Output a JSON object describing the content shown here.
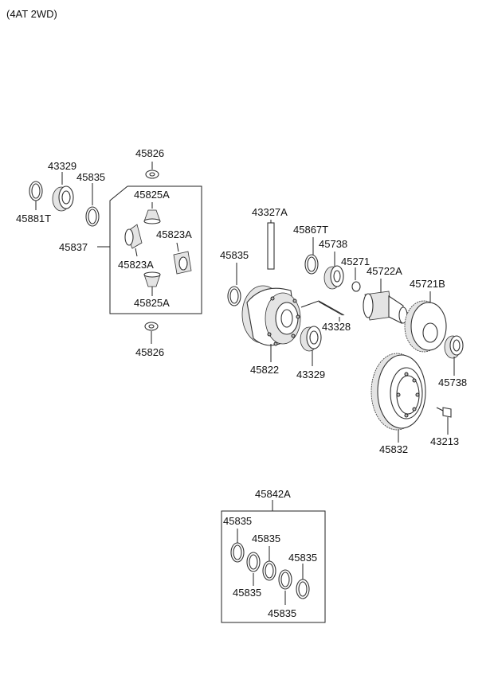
{
  "header": {
    "variant": "(4AT 2WD)"
  },
  "labels": {
    "p45826_top": "45826",
    "p43329_left": "43329",
    "p45835_left": "45835",
    "p45825a_top": "45825A",
    "p45881t": "45881T",
    "p45837": "45837",
    "p45823a_right": "45823A",
    "p45823a_left": "45823A",
    "p45825a_bot": "45825A",
    "p45826_bot": "45826",
    "p43327a": "43327A",
    "p45867t": "45867T",
    "p45738_top": "45738",
    "p45835_mid": "45835",
    "p45271": "45271",
    "p45722a": "45722A",
    "p45721b": "45721B",
    "p43328": "43328",
    "p45822": "45822",
    "p43329_mid": "43329",
    "p45738_right": "45738",
    "p43213": "43213",
    "p45832": "45832",
    "p45842a": "45842A",
    "kit_a": "45835",
    "kit_b": "45835",
    "kit_c": "45835",
    "kit_d": "45835",
    "kit_e": "45835"
  }
}
